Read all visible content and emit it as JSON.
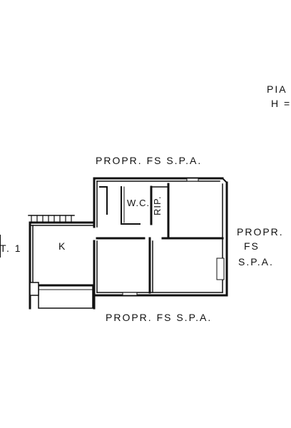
{
  "title": {
    "line1": "PIA",
    "line2": "H ="
  },
  "labels": {
    "top_owner": "PROPR.  FS   S.P.A.",
    "right_owner_line1": "PROPR.",
    "right_owner_line2": "FS",
    "right_owner_line3": "S.P.A.",
    "bottom_owner": "PROPR.  FS   S.P.A.",
    "left_ref": "T. 1"
  },
  "rooms": {
    "kitchen": "K",
    "wc": "W.C.",
    "storage": "RIP."
  },
  "colors": {
    "wall": "#111111",
    "background": "#ffffff"
  }
}
